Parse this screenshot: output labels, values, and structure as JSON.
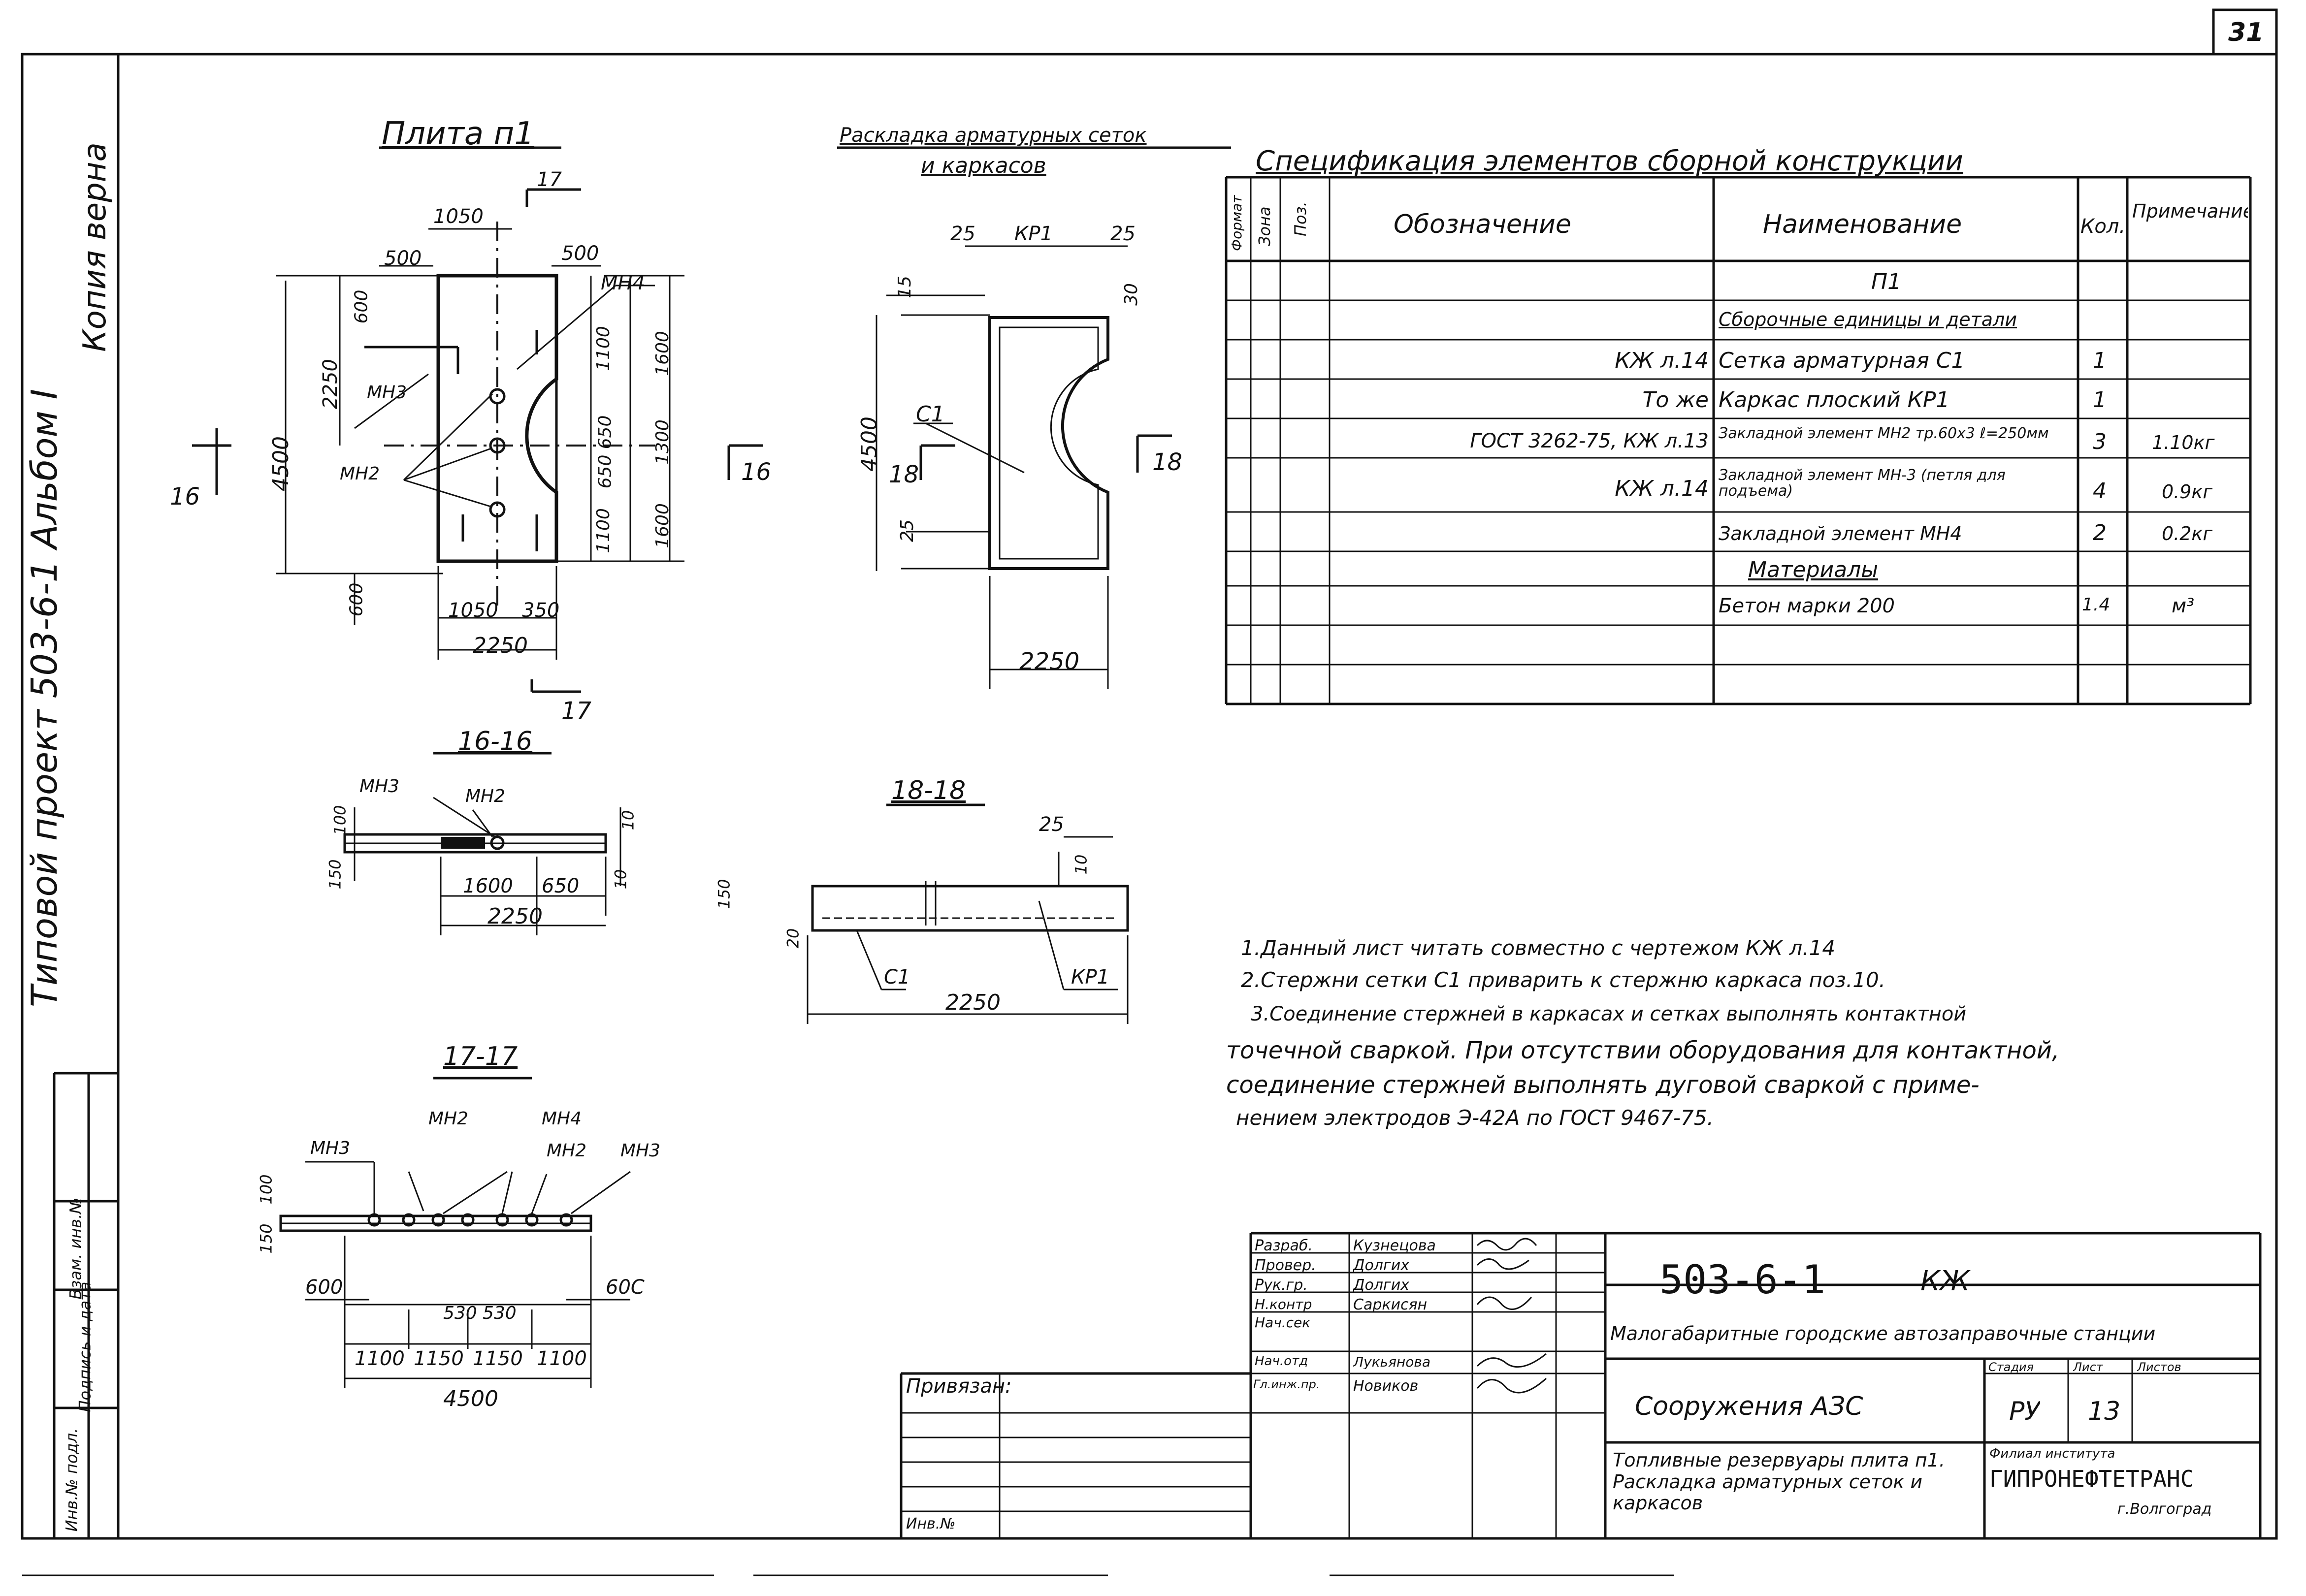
{
  "sheet_number": "31",
  "left_margin": {
    "copy_label": "Копия верна",
    "project_label": "Типовой проект 503-6-1 Альбом I",
    "stamp_cells": [
      "Инв.№ подл.",
      "Подпись и дата",
      "Взам. инв.№"
    ]
  },
  "plan": {
    "title": "Плита п1",
    "dims": {
      "d1050": "1050",
      "d500a": "500",
      "d500b": "500",
      "d600": "600",
      "d2250v": "2250",
      "d4500": "4500",
      "d1100a": "1100",
      "d650": "650",
      "d650b": "650",
      "d1100b": "1100",
      "d1600a": "1600",
      "d1300": "1300",
      "d1600b": "1600",
      "d600b": "600",
      "d1050b": "1050",
      "d350": "350",
      "d2250h": "2250"
    },
    "labels": {
      "mn4": "МН4",
      "mn3": "МН3",
      "mn2": "МН2",
      "sec16": "16",
      "sec16r": "16",
      "sec17t": "17",
      "sec17b": "17"
    }
  },
  "layout": {
    "title_line1": "Раскладка арматурных сеток",
    "title_line2": "и каркасов",
    "dims": {
      "d25a": "25",
      "d25b": "25",
      "d15": "15",
      "d30": "30",
      "d4500": "4500",
      "d25c": "25",
      "d2250": "2250"
    },
    "labels": {
      "kp1": "КР1",
      "c1": "С1",
      "sec18a": "18",
      "sec18b": "18"
    }
  },
  "spec": {
    "title": "Спецификация элементов сборной конструкции",
    "headers": [
      "Формат",
      "Зона",
      "Поз.",
      "Обозначение",
      "Наименование",
      "Кол.",
      "Примечание"
    ],
    "rows": [
      {
        "designation": "",
        "name": "П1",
        "qty": "",
        "note": ""
      },
      {
        "designation": "",
        "name": "Сборочные единицы и детали",
        "qty": "",
        "note": ""
      },
      {
        "designation": "КЖ л.14",
        "name": "Сетка арматурная С1",
        "qty": "1",
        "note": ""
      },
      {
        "designation": "То же",
        "name": "Каркас плоский КР1",
        "qty": "1",
        "note": ""
      },
      {
        "designation": "ГОСТ 3262-75, КЖ л.13",
        "name": "Закладной элемент МН2 тр.60х3 ℓ=250мм",
        "qty": "3",
        "note": "1.10кг"
      },
      {
        "designation": "КЖ л.14",
        "name": "Закладной элемент МН-3 (петля для подъема)",
        "qty": "4",
        "note": "0.9кг"
      },
      {
        "designation": "",
        "name": "Закладной элемент МН4",
        "qty": "2",
        "note": "0.2кг"
      },
      {
        "designation": "",
        "name": "Материалы",
        "qty": "",
        "note": ""
      },
      {
        "designation": "",
        "name": "Бетон марки 200",
        "qty": "1.4",
        "note": "м³"
      },
      {
        "designation": "",
        "name": "",
        "qty": "",
        "note": ""
      },
      {
        "designation": "",
        "name": "",
        "qty": "",
        "note": ""
      }
    ]
  },
  "sections": {
    "s16": {
      "title": "16-16",
      "mn3": "МН3",
      "mn2": "МН2",
      "d100": "100",
      "d150": "150",
      "d10a": "10",
      "d10b": "10",
      "d1600": "1600",
      "d650": "650",
      "d2250": "2250"
    },
    "s18": {
      "title": "18-18",
      "d25": "25",
      "d10": "10",
      "d150": "150",
      "d20": "20",
      "c1": "С1",
      "kp1": "КР1",
      "d2250": "2250"
    },
    "s17": {
      "title": "17-17",
      "mn3a": "МН3",
      "mn2a": "МН2",
      "mn4": "МН4",
      "mn2b": "МН2",
      "mn3b": "МН3",
      "d100": "100",
      "d150": "150",
      "d600a": "600",
      "d600b": "60С",
      "d530a": "530",
      "d530b": "530",
      "d1100a": "1100",
      "d1150a": "1150",
      "d1150b": "1150",
      "d1100b": "1100",
      "d4500": "4500"
    }
  },
  "notes": [
    "1.Данный лист читать совместно с чертежом КЖ л.14",
    "2.Стержни сетки С1 приварить к стержню каркаса поз.10.",
    "3.Соединение стержней в каркасах и сетках выполнять контактной",
    "точечной сваркой. При отсутствии оборудования для контактной,",
    "соединение стержней выполнять дуговой сваркой с приме-",
    "нением электродов Э-42А по ГОСТ 9467-75."
  ],
  "title_block": {
    "roles": [
      "Разраб.",
      "Провер.",
      "Рук.гр.",
      "Н.контр",
      "Нач.сек",
      "Нач.отд",
      "Гл.инж.пр."
    ],
    "names": [
      "Кузнецова",
      "Долгих",
      "Долгих",
      "Саркисян",
      "",
      "Лукьянова",
      "Новиков"
    ],
    "attached_label": "Привязан:",
    "inv_label": "Инв.№",
    "code": "503-6-1",
    "code_suffix": "КЖ",
    "project_title": "Малогабаритные городские автозаправочные станции",
    "object_title": "Сооружения АЗС",
    "stage_header": "Стадия",
    "sheet_header": "Лист",
    "sheets_header": "Листов",
    "stage": "РУ",
    "sheet": "13",
    "drawing_title": "Топливные резервуары плита п1. Раскладка арматурных сеток и каркасов",
    "org_line1": "Филиал института",
    "org_name": "ГИПРОНЕФТЕТРАНС",
    "org_city": "г.Волгоград"
  }
}
